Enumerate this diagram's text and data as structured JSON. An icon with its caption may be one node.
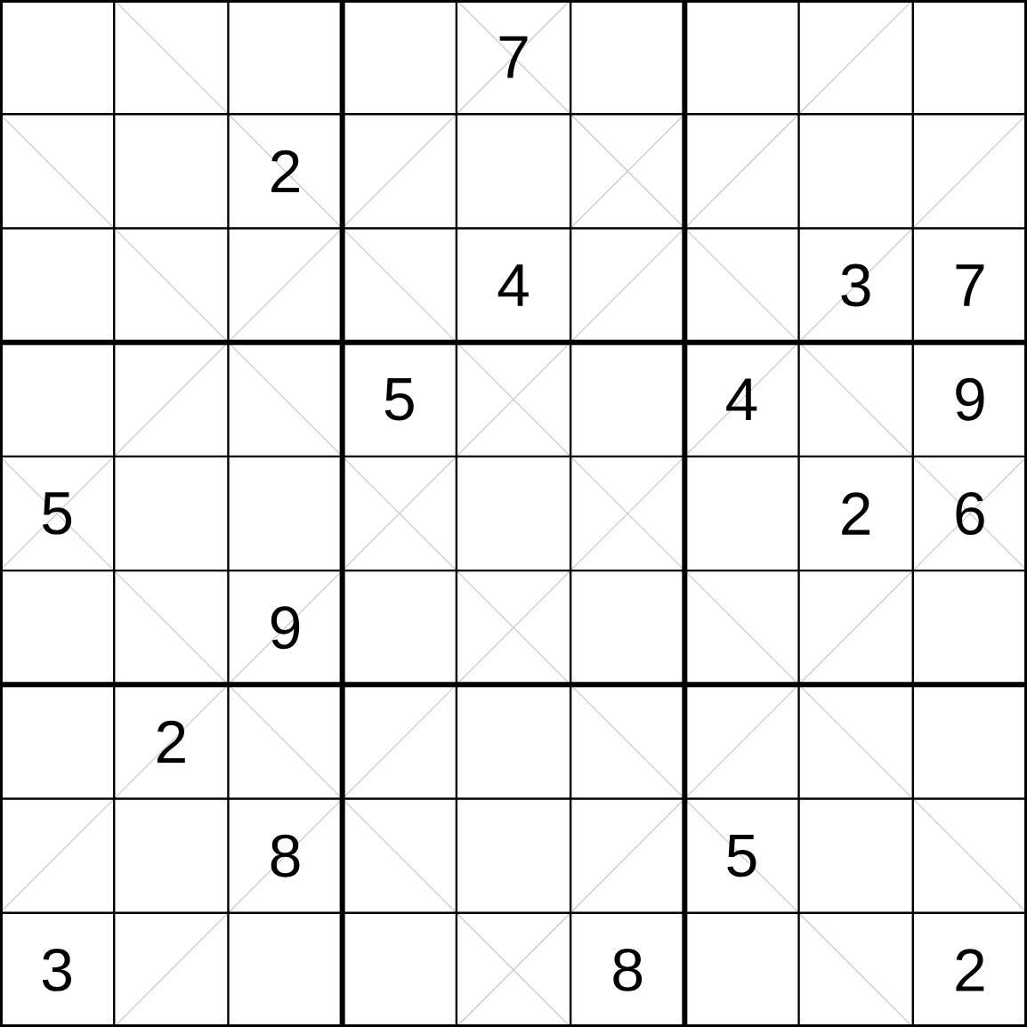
{
  "diagram": {
    "labels": [
      "7",
      "2",
      "4",
      "3",
      "7",
      "5",
      "4",
      "9",
      "5",
      "2",
      "6",
      "9",
      "2",
      "8",
      "5",
      "3",
      "8",
      "2"
    ]
  }
}
